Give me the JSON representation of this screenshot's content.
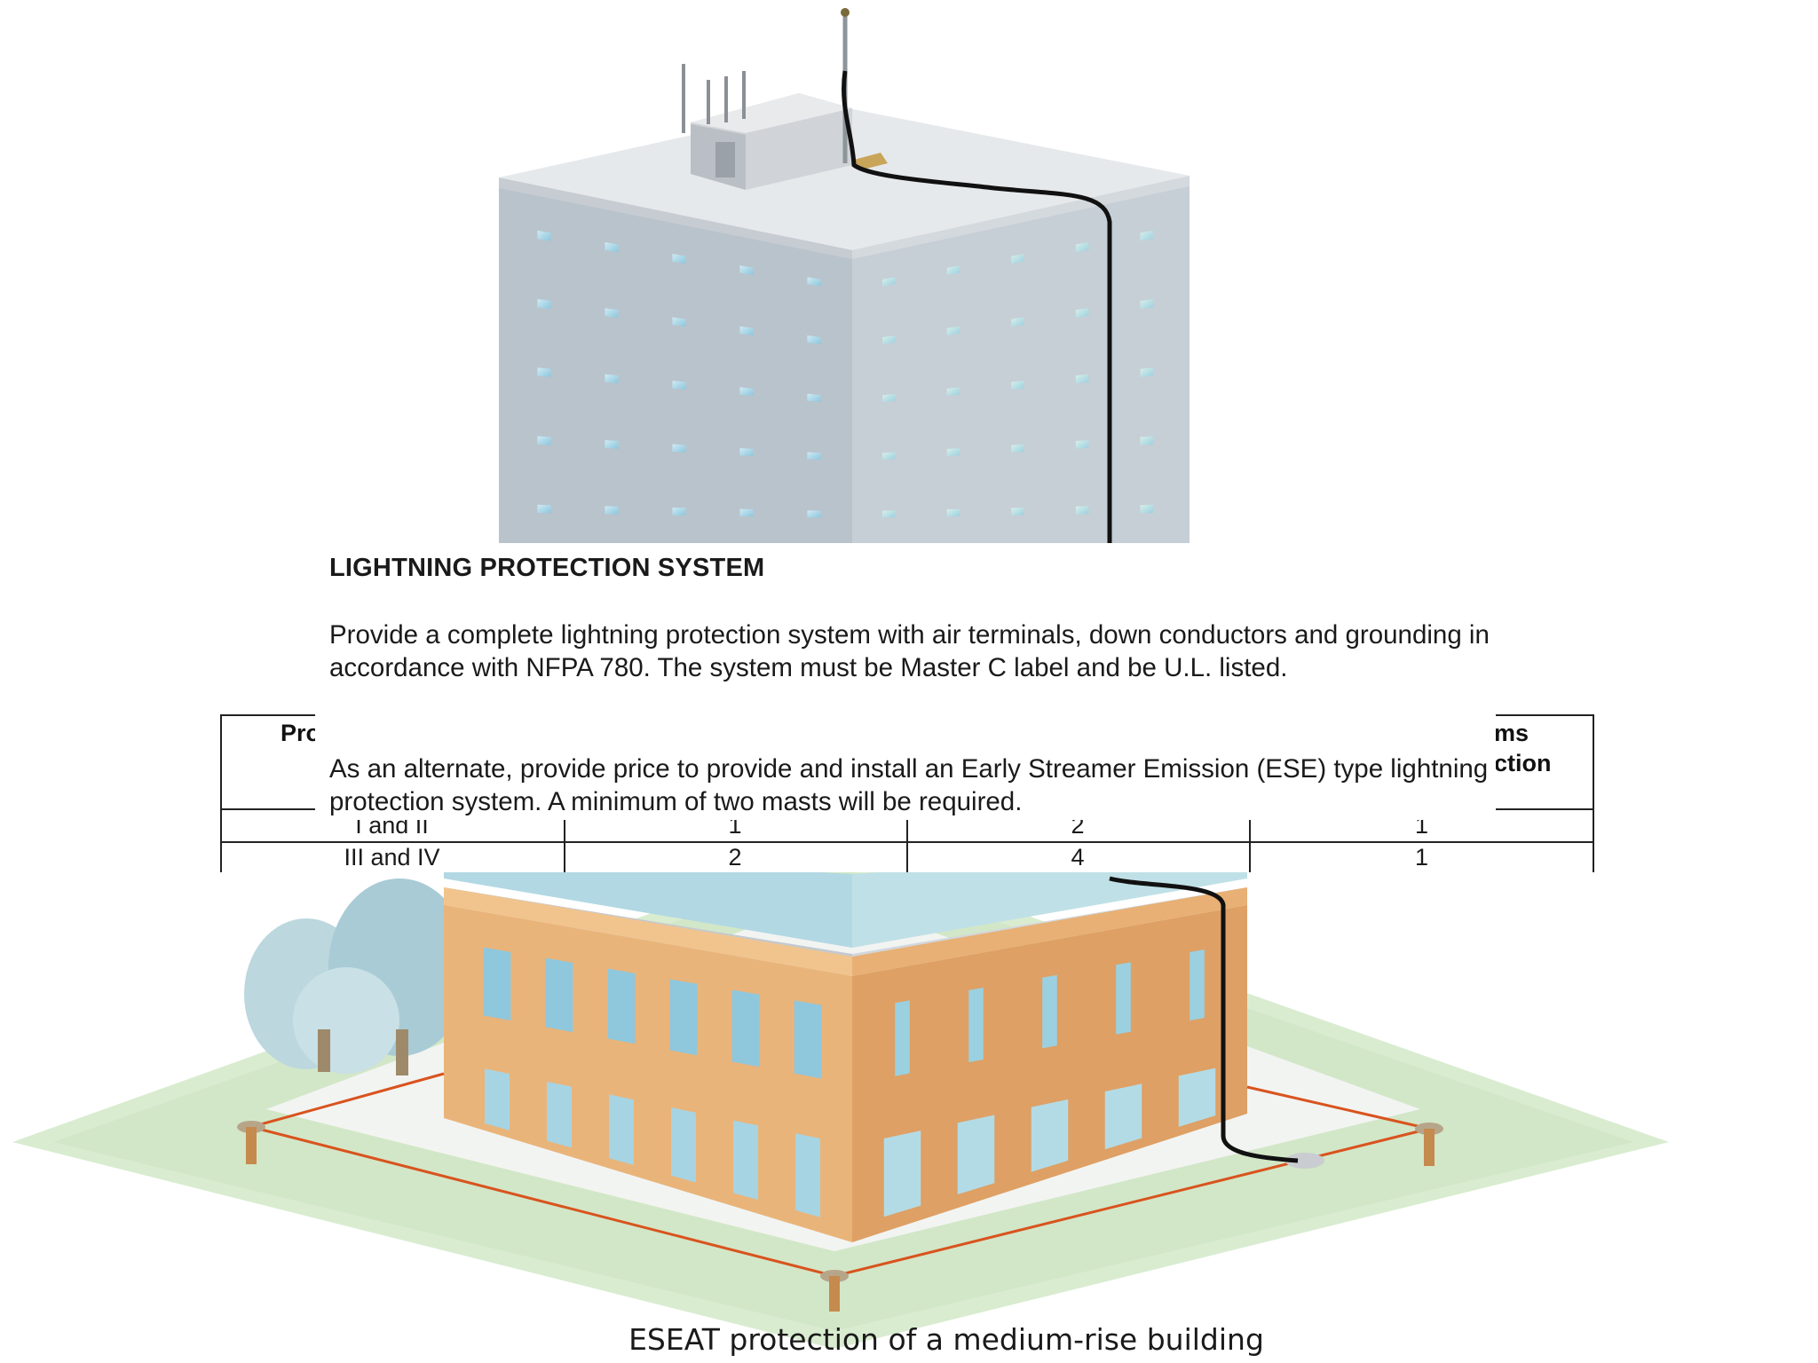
{
  "document": {
    "heading": "LIGHTNING PROTECTION SYSTEM",
    "paragraph1": "Provide a complete lightning protection system with air terminals, down conductors and grounding in accordance with NFPA 780.  The system must be Master C label and be U.L. listed.",
    "paragraph2": "As an alternate, provide price to provide and install an Early Streamer Emission (ESE) type lightning protection system. A minimum of two masts will be required."
  },
  "table": {
    "header_left_fragment": "Pro",
    "header_right_fragments": [
      "ms",
      "ction"
    ],
    "rows": [
      [
        "I and II",
        "1",
        "2",
        "1"
      ],
      [
        "III and IV",
        "2",
        "4",
        "1"
      ]
    ]
  },
  "caption": "ESEAT protection of a medium-rise building",
  "colors": {
    "glass": "#a9d6e6",
    "frame": "#c9ced4",
    "brick": "#e3a865",
    "ground_wire": "#d9531e",
    "lawn": "#cfe6c3"
  }
}
